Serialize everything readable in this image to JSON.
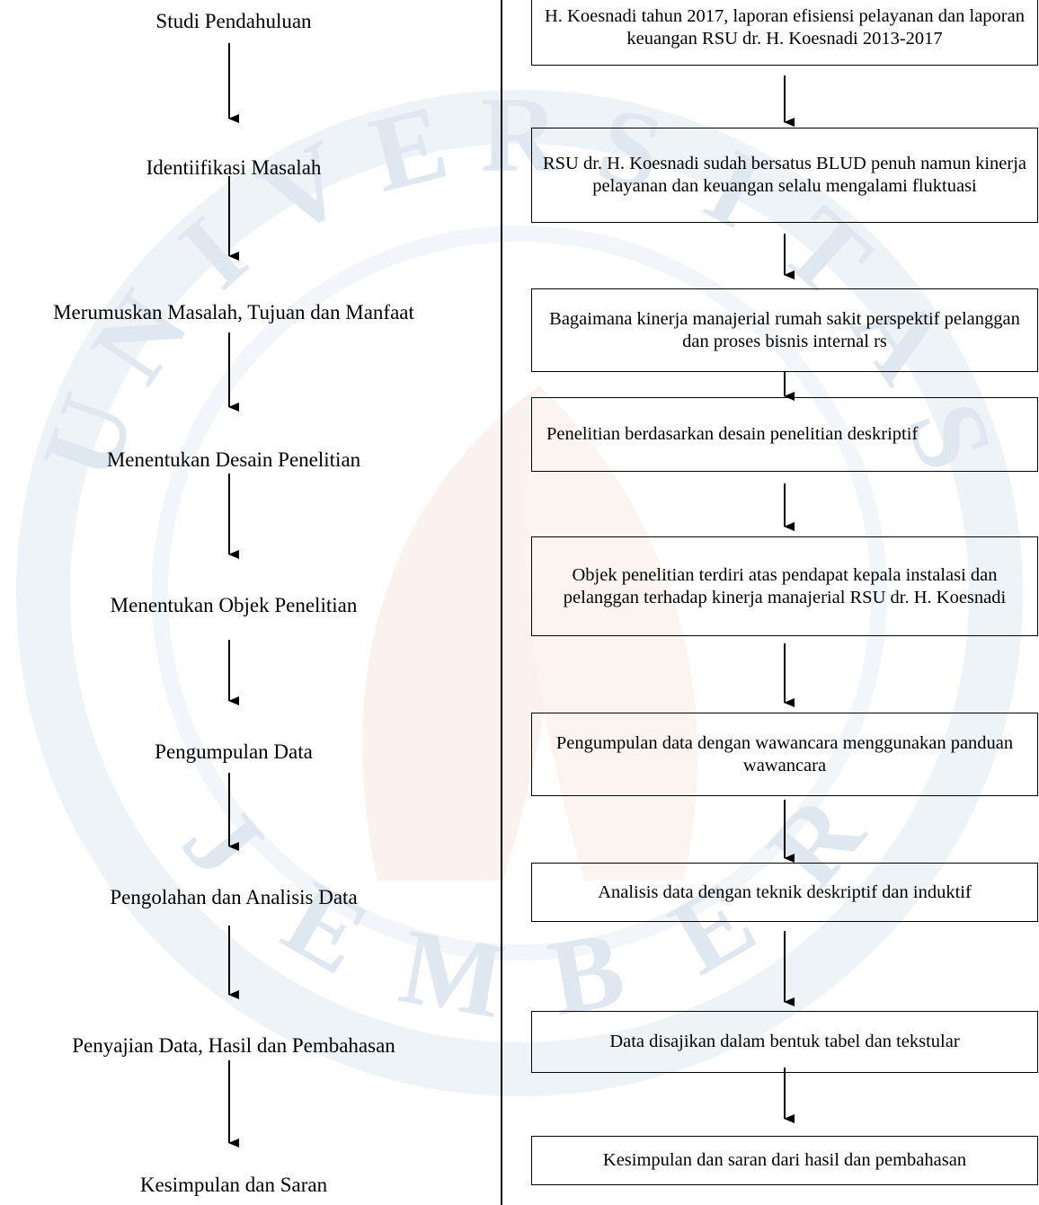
{
  "left_steps": [
    "Studi Pendahuluan",
    "Identiifikasi Masalah",
    "Merumuskan Masalah, Tujuan dan Manfaat",
    "Menentukan Desain Penelitian",
    "Menentukan Objek Penelitian",
    "Pengumpulan Data",
    "Pengolahan dan Analisis Data",
    "Penyajian Data, Hasil dan Pembahasan",
    "Kesimpulan dan Saran"
  ],
  "right_boxes": [
    "H. Koesnadi tahun 2017, laporan efisiensi pelayanan dan laporan keuangan RSU dr. H. Koesnadi 2013-2017",
    "RSU dr. H. Koesnadi sudah bersatus BLUD penuh namun kinerja pelayanan dan keuangan selalu mengalami fluktuasi",
    "Bagaimana kinerja manajerial rumah sakit perspektif pelanggan dan proses bisnis internal rs",
    "Penelitian berdasarkan desain penelitian deskriptif",
    "Objek penelitian terdiri atas pendapat kepala instalasi dan pelanggan terhadap kinerja manajerial RSU dr. H. Koesnadi",
    "Pengumpulan data dengan wawancara menggunakan panduan wawancara",
    "Analisis data dengan teknik deskriptif dan induktif",
    "Data disajikan dalam bentuk tabel dan tekstular",
    "Kesimpulan dan saran dari hasil dan pembahasan"
  ],
  "watermark": {
    "letters": [
      "U",
      "N",
      "I",
      "V",
      "E",
      "R",
      "S",
      "I",
      "T",
      "A",
      "S",
      "J",
      "E",
      "M",
      "B",
      "E",
      "R"
    ],
    "color": "#dfe8f0"
  }
}
